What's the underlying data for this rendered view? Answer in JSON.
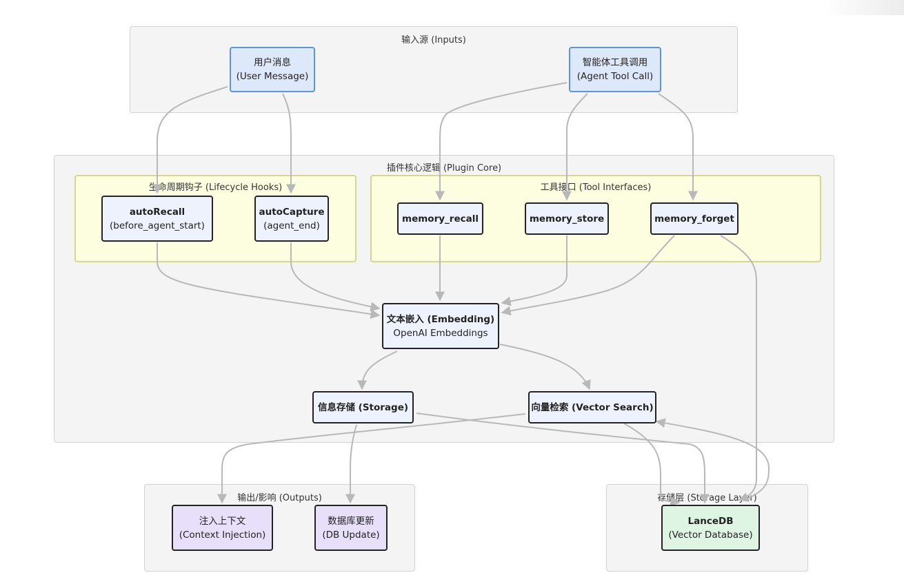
{
  "groups": {
    "inputs": "输入源 (Inputs)",
    "core": "插件核心逻辑 (Plugin Core)",
    "hooks": "生命周期钩子 (Lifecycle Hooks)",
    "tools": "工具接口 (Tool Interfaces)",
    "outputs": "输出/影响 (Outputs)",
    "storage": "存储层 (Storage Layer)"
  },
  "nodes": {
    "user_msg": {
      "line1": "用户消息",
      "line2": "(User Message)"
    },
    "agent_tool": {
      "line1": "智能体工具调用",
      "line2": "(Agent Tool Call)"
    },
    "auto_recall": {
      "line1": "autoRecall",
      "line2": "(before_agent_start)"
    },
    "auto_capture": {
      "line1": "autoCapture",
      "line2": "(agent_end)"
    },
    "mem_recall": {
      "line1": "memory_recall"
    },
    "mem_store": {
      "line1": "memory_store"
    },
    "mem_forget": {
      "line1": "memory_forget"
    },
    "embedding": {
      "line1": "文本嵌入 (Embedding)",
      "line2": "OpenAI Embeddings"
    },
    "storage_node": {
      "line1": "信息存储 (Storage)"
    },
    "vector_search": {
      "line1": "向量检索 (Vector Search)"
    },
    "context_inj": {
      "line1": "注入上下文",
      "line2": "(Context Injection)"
    },
    "db_update": {
      "line1": "数据库更新",
      "line2": "(DB Update)"
    },
    "lancedb": {
      "line1": "LanceDB",
      "line2": "(Vector Database)"
    }
  },
  "colors": {
    "edge": "#b8b8b8",
    "input_fill": "#dde8fb",
    "input_border": "#5b95e0",
    "core_fill": "#eef2fc",
    "output_fill": "#e8e0fb",
    "storage_fill": "#dff5e3",
    "subgroup_fill": "#fdfde0"
  }
}
